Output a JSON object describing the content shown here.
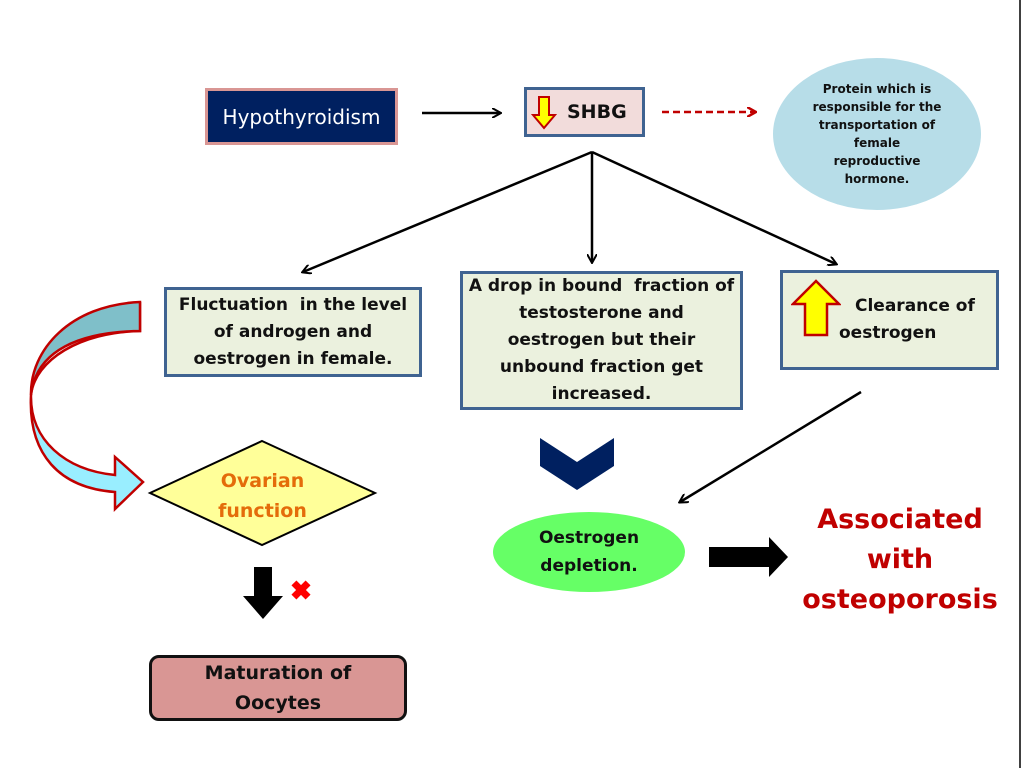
{
  "diagram": {
    "nodes": {
      "hypothyroidism": "Hypothyroidism",
      "shbg": "SHBG",
      "shbg_description": [
        "Protein which is",
        "responsible for the",
        "transportation of",
        "female",
        "reproductive",
        "hormone."
      ],
      "fluctuation": [
        "Fluctuation  in the level",
        "of androgen and",
        "oestrogen in female."
      ],
      "bound_fraction": [
        "A drop in bound  fraction of",
        "testosterone and",
        "oestrogen but their",
        "unbound fraction get",
        "increased."
      ],
      "clearance": [
        "Clearance of",
        "oestrogen"
      ],
      "ovarian_function": [
        "Ovarian",
        "function"
      ],
      "maturation": [
        "Maturation of",
        "Oocytes"
      ],
      "oestrogen_depletion": [
        "Oestrogen",
        "depletion."
      ],
      "osteoporosis": [
        "Associated",
        "with",
        "osteoporosis"
      ]
    },
    "indicators": {
      "shbg_change": "decrease",
      "clearance_change": "increase",
      "maturation_status": "blocked"
    },
    "colors": {
      "navy": "#002060",
      "pink_border": "#d99694",
      "blue_border": "#3f6391",
      "panel_fill": "#ebf1de",
      "dark_red": "#c00000",
      "orange": "#e46c0a",
      "yellow": "#ffff00",
      "light_blue": "#b7dde8",
      "green": "#66ff66",
      "red_x": "#ff0000"
    }
  }
}
